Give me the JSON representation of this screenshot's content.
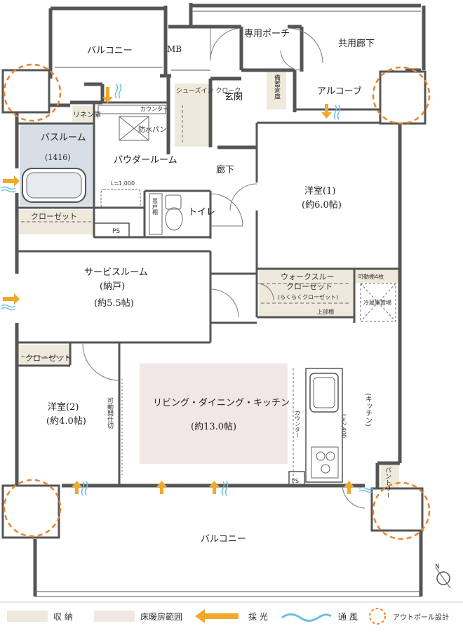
{
  "rooms": {
    "balcony_top": "バルコニー",
    "mb": "MB",
    "porch": "専用ポーチ",
    "corridor_shared": "共用廊下",
    "alcove": "アルコーブ",
    "storage_bichiku": "備蓄倉庫",
    "shoes_in_closet": "シューズイン クローク",
    "entrance": "玄関",
    "linen": "リネン庫",
    "counter_top": "カウンター",
    "waterproof_pan": "防水パン",
    "bath_name": "バスルーム",
    "bath_size": "(1416)",
    "powder_room": "パウダールーム",
    "hallway": "廊下",
    "width_label_1": "L≒1,000",
    "toilet_shelf": "吊戸棚",
    "toilet": "トイレ",
    "western1_name": "洋室(1)",
    "western1_size": "(約6.0帖)",
    "closet_a": "クローゼット",
    "ps_1": "PS",
    "service_room_name": "サービスルーム",
    "service_room_sub": "(納戸)",
    "service_room_size": "(約5.5帖)",
    "walk_through_name": "ウォークスルー",
    "walk_through_sub": "クローゼット",
    "walk_through_note": "(らくらくクローゼット)",
    "upper_shelf": "上部棚",
    "movable_shelf": "可動棚4枚",
    "fridge": "冷蔵庫置場",
    "closet_b": "クローゼット",
    "western2_name": "洋室(2)",
    "western2_size": "(約4.0帖)",
    "partition": "可動間仕切",
    "ldk_name": "リビング・ダイニング・キッチン",
    "ldk_size": "(約13.0帖)",
    "counter_kitchen": "カウンター",
    "width_label_2": "L≒2,400",
    "kitchen": "(キッチン)",
    "pantry": "パントリー",
    "ps_2": "PS",
    "balcony_bottom": "バルコニー"
  },
  "legend": {
    "storage": "収 納",
    "floor_heating": "床暖房範囲",
    "daylight": "採 光",
    "ventilation": "通 風",
    "outpole": "アウトポール設計"
  },
  "compass": {
    "n": "N"
  },
  "colors": {
    "storage": "#efe9dc",
    "floor_heating": "#f1e8e6",
    "bath": "#d8dee6",
    "daylight": "#f1a92b",
    "ventilation": "#6cc2dd",
    "outpole": "#e8842f",
    "wall": "#555555"
  }
}
